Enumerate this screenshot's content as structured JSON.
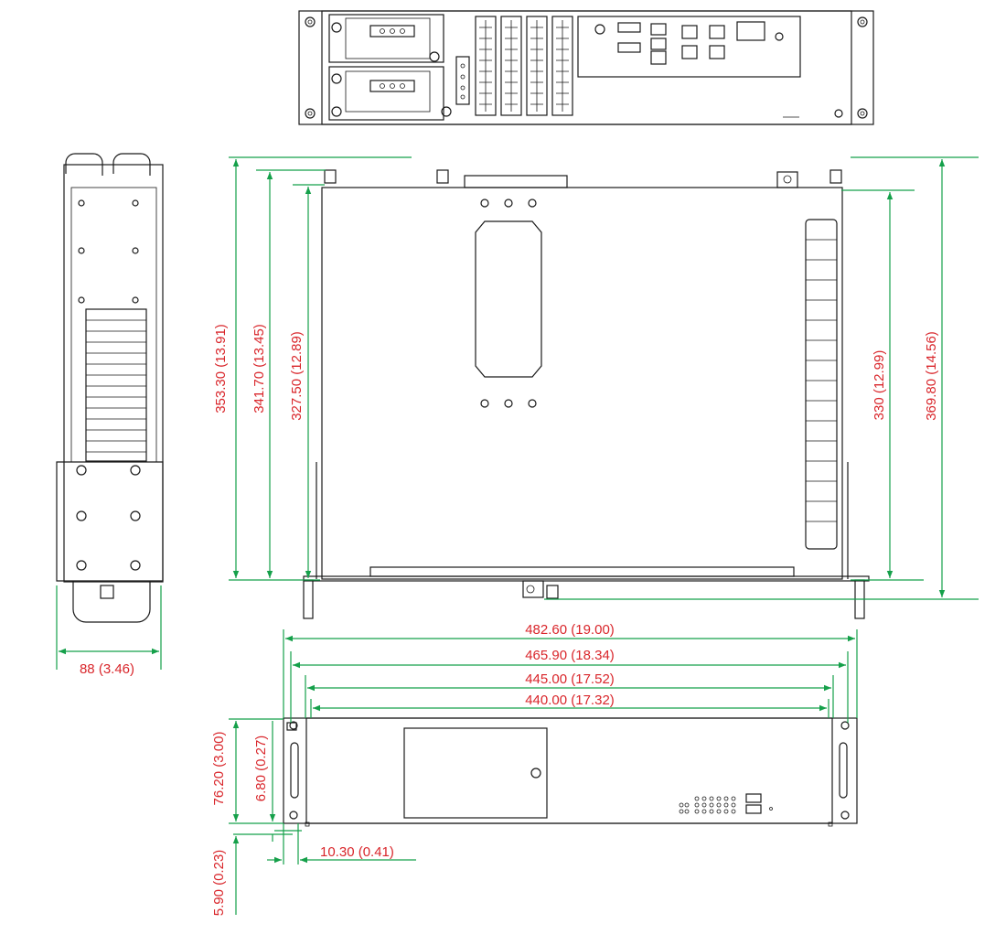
{
  "colors": {
    "outline": "#1a1a1a",
    "dimension_line": "#15a04a",
    "dimension_text": "#d9262b",
    "background": "#ffffff"
  },
  "dimensions": {
    "total_depth": "353.30 (13.91)",
    "depth_2": "341.70 (13.45)",
    "depth_3": "327.50 (12.89)",
    "inner_depth": "330 (12.99)",
    "overall_depth": "369.80 (14.56)",
    "side_width": "88 (3.46)",
    "overall_width": "482.60 (19.00)",
    "width_2": "465.90 (18.34)",
    "width_3": "445.00 (17.52)",
    "width_4": "440.00 (17.32)",
    "height": "76.20 (3.00)",
    "ear_offset": "6.80 (0.27)",
    "base_offset": "5.90 (0.23)",
    "ear_width": "10.30 (0.41)"
  }
}
